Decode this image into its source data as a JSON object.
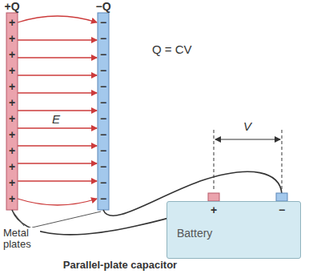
{
  "diagram": {
    "caption": "Parallel-plate capacitor",
    "nodes": [
      {
        "text": [
          "Battery"
        ]
      }
    ],
    "labels": [
      "+Q",
      "−Q",
      "Q = CV",
      "+",
      "+",
      "+",
      "+",
      "+",
      "+",
      "+",
      "+",
      "+",
      "+",
      "+",
      "+",
      "−",
      "−",
      "−",
      "−",
      "−",
      "−",
      "−",
      "−",
      "−",
      "−",
      "−",
      "−",
      "E",
      "V",
      "+",
      "−",
      "Metal plates"
    ]
  }
}
